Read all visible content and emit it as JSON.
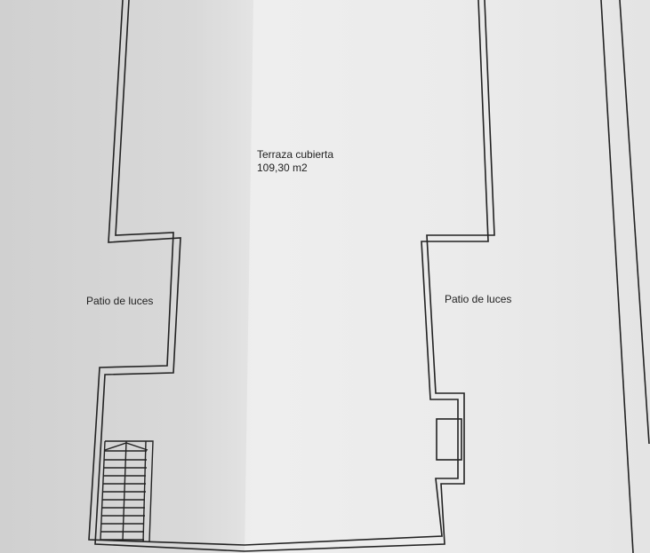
{
  "plan": {
    "rooms": [
      {
        "name": "Terraza cubierta",
        "area": "109,30 m2"
      },
      {
        "name": "Patio de luces"
      },
      {
        "name": "Patio de luces"
      }
    ]
  }
}
